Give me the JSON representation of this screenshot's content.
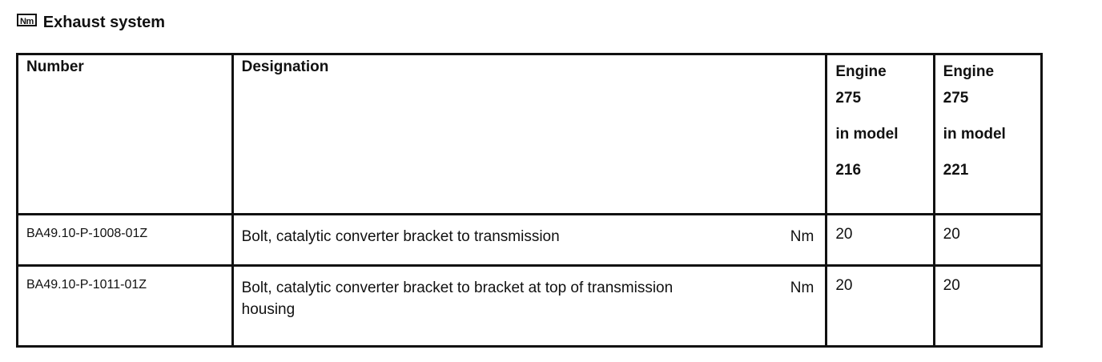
{
  "section": {
    "icon_label": "Nm",
    "title": "Exhaust system"
  },
  "table": {
    "headers": {
      "number": "Number",
      "designation": "Designation",
      "engine_a": {
        "line1": "Engine",
        "line2": "275",
        "line3": "in model",
        "line4": "216"
      },
      "engine_b": {
        "line1": "Engine",
        "line2": "275",
        "line3": "in model",
        "line4": "221"
      }
    },
    "rows": [
      {
        "number": "BA49.10-P-1008-01Z",
        "designation": "Bolt, catalytic converter bracket to transmission",
        "unit": "Nm",
        "value_a": "20",
        "value_b": "20"
      },
      {
        "number": "BA49.10-P-1011-01Z",
        "designation": "Bolt, catalytic converter bracket to bracket at top of transmission housing",
        "unit": "Nm",
        "value_a": "20",
        "value_b": "20"
      }
    ]
  }
}
